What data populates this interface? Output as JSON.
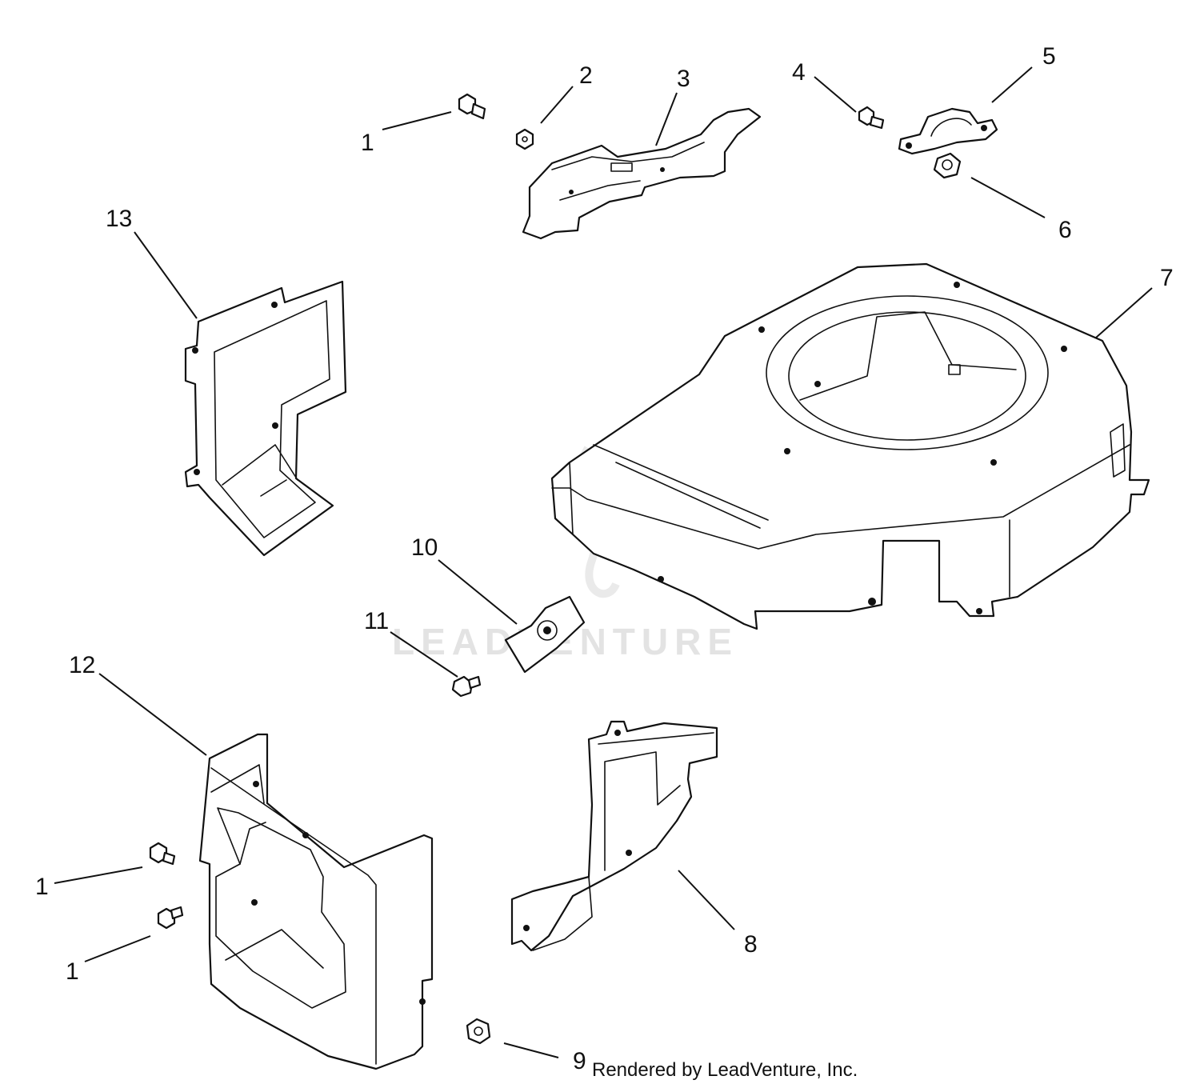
{
  "watermark": "LEADVENTURE",
  "credit": "Rendered by LeadVenture, Inc.",
  "callouts": {
    "c1a": "1",
    "c1b": "1",
    "c1c": "1",
    "c2": "2",
    "c3": "3",
    "c4": "4",
    "c5": "5",
    "c6": "6",
    "c7": "7",
    "c8": "8",
    "c9": "9",
    "c10": "10",
    "c11": "11",
    "c12": "12",
    "c13": "13"
  }
}
